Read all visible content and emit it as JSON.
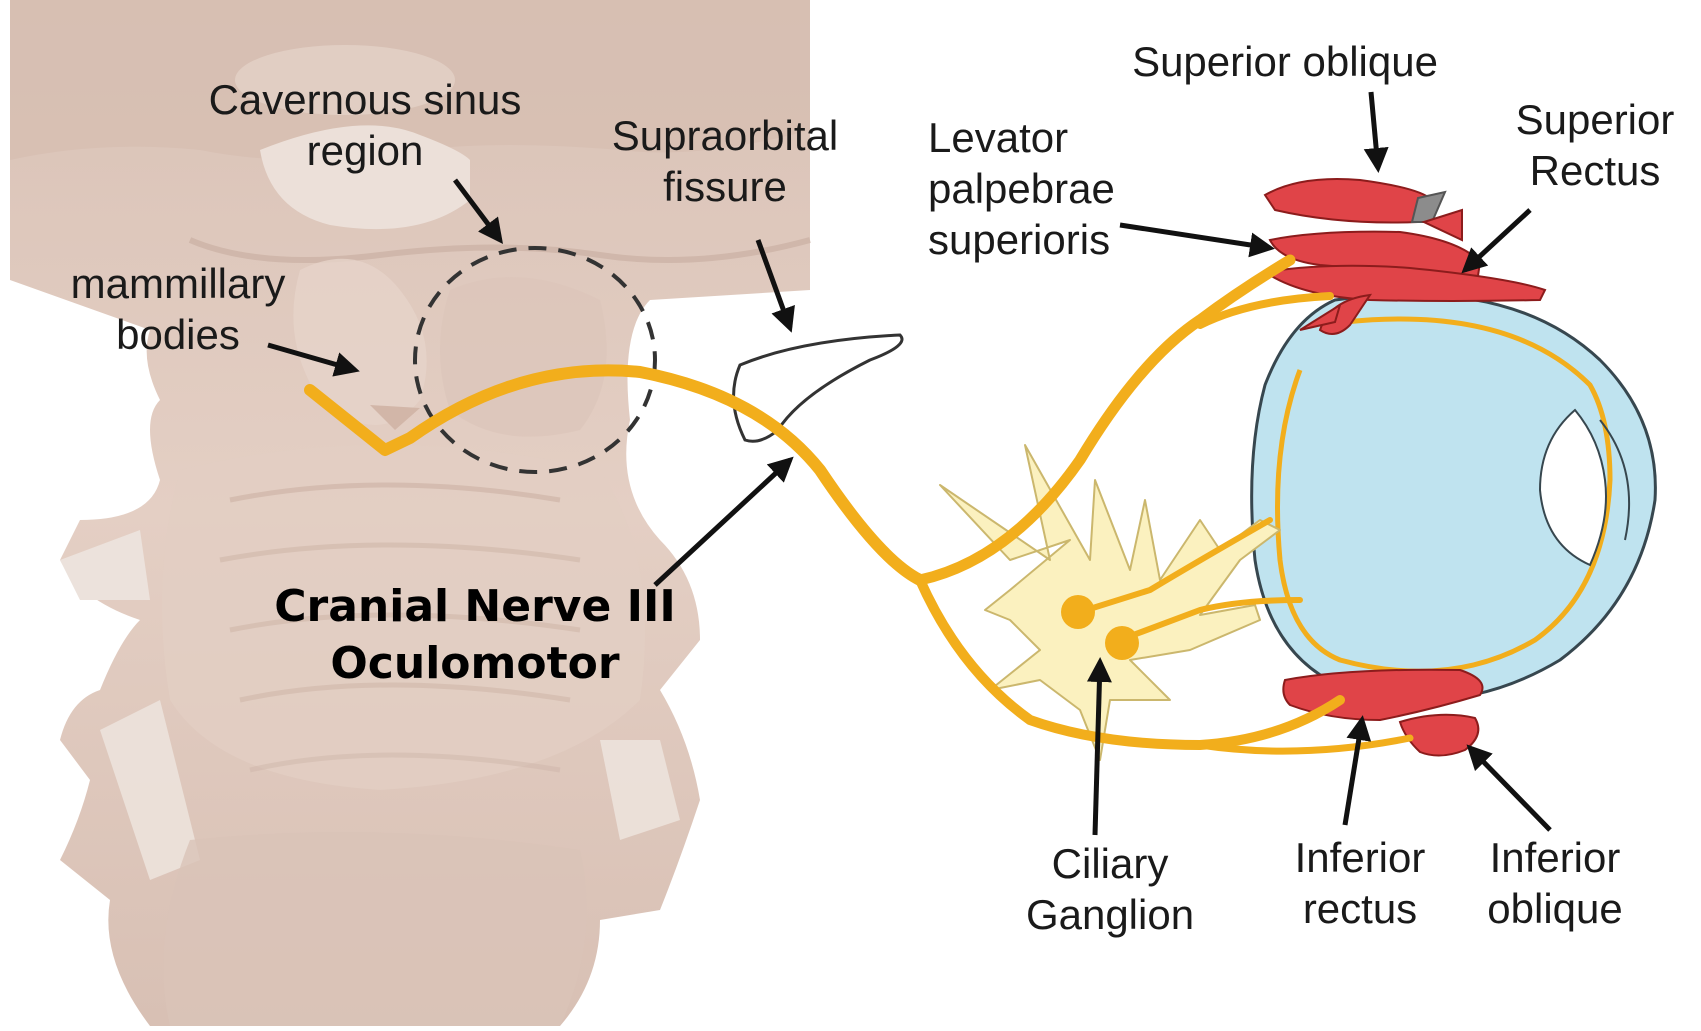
{
  "title": {
    "line1": "Cranial Nerve III",
    "line2": "Oculomotor"
  },
  "labels": {
    "cavernous": {
      "line1": "Cavernous sinus",
      "line2": "region"
    },
    "supraorbital": {
      "line1": "Supraorbital",
      "line2": "fissure"
    },
    "mammillary": {
      "line1": "mammillary",
      "line2": "bodies"
    },
    "levator": {
      "line1": "Levator",
      "line2": "palpebrae",
      "line3": "superioris"
    },
    "superior_oblique": {
      "line1": "Superior oblique"
    },
    "superior_rectus": {
      "line1": "Superior",
      "line2": "Rectus"
    },
    "ciliary": {
      "line1": "Ciliary",
      "line2": "Ganglion"
    },
    "inferior_rectus": {
      "line1": "Inferior",
      "line2": "rectus"
    },
    "inferior_oblique": {
      "line1": "Inferior",
      "line2": "oblique"
    }
  },
  "colors": {
    "nerve": "#f2ae1c",
    "muscle": "#e04448",
    "eyeball": "#bfe3ef",
    "ganglion": "#fbf1bf",
    "brainstem": "#dfc8bd",
    "arrow": "#111111"
  }
}
